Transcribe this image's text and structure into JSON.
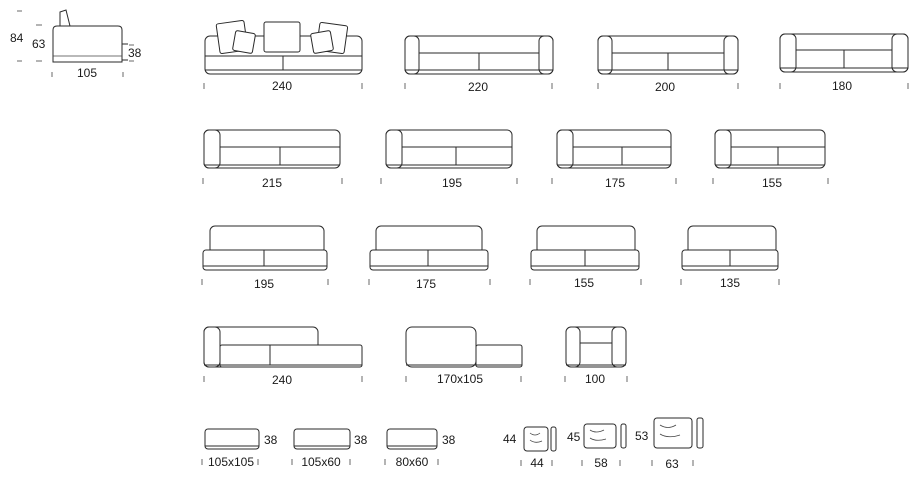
{
  "side_view": {
    "height_total": "84",
    "seat_height": "63",
    "cushion_height": "38",
    "depth": "105"
  },
  "rows": [
    {
      "labels": [
        "240",
        "220",
        "200",
        "180"
      ]
    },
    {
      "labels": [
        "215",
        "195",
        "175",
        "155"
      ]
    },
    {
      "labels": [
        "195",
        "175",
        "155",
        "135"
      ]
    },
    {
      "labels": [
        "240",
        "170x105",
        "100"
      ]
    }
  ],
  "poufs": [
    {
      "width": "105x105",
      "height": "38"
    },
    {
      "width": "105x60",
      "height": "38"
    },
    {
      "width": "80x60",
      "height": "38"
    }
  ],
  "cushions": [
    {
      "height": "44",
      "width": "44"
    },
    {
      "height": "45",
      "width": "58"
    },
    {
      "height": "53",
      "width": "63"
    }
  ],
  "line_color": "#2a2a2a"
}
